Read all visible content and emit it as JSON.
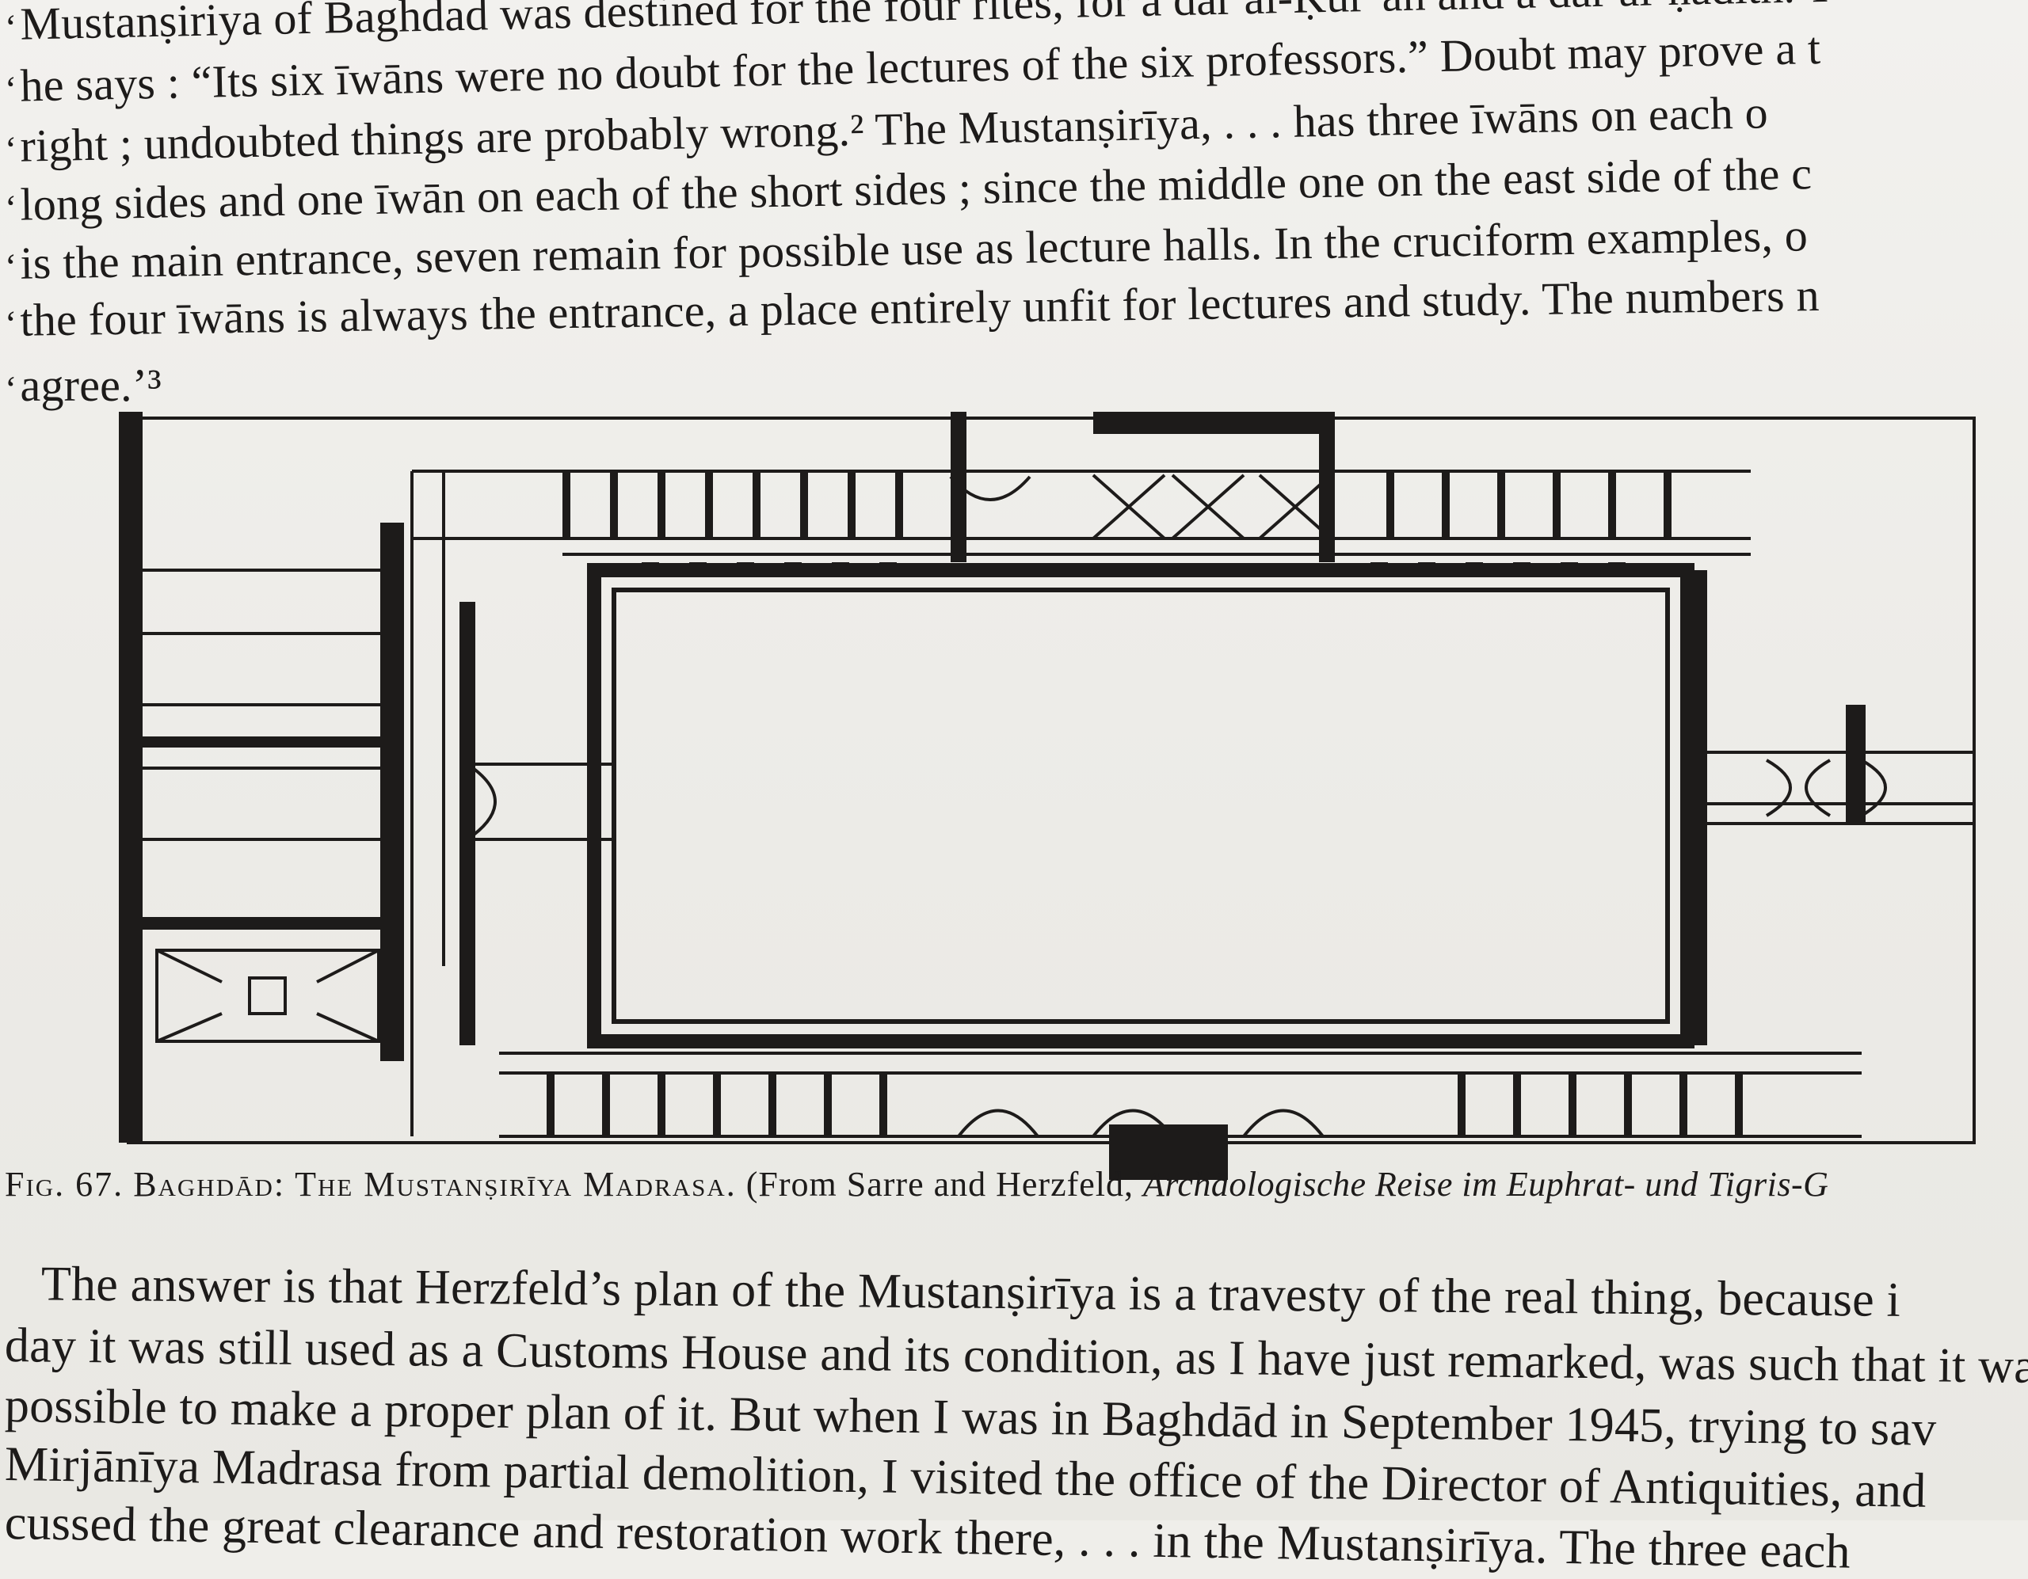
{
  "top_text": [
    {
      "mark": "‘",
      "text": "Mustanṣiriya of Baghdad was destined for the four rites, for a dār al-Ḳur’an and a dār al-ḥadīth. T"
    },
    {
      "mark": "‘",
      "text": "he says : “Its six īwāns were no doubt for the lectures of the six professors.” Doubt may prove a t"
    },
    {
      "mark": "‘",
      "text": "right ; undoubted things are probably wrong.² The Mustanṣirīya, . . . has three īwāns on each o"
    },
    {
      "mark": "‘",
      "text": "long sides and one īwān on each of the short sides ; since the middle one on the east side of the c"
    },
    {
      "mark": "‘",
      "text": "is the main entrance, seven remain for possible use as lecture halls. In the cruciform examples, o"
    },
    {
      "mark": "‘",
      "text": "the four īwāns is always the entrance, a place entirely unfit for lectures and study. The numbers n"
    },
    {
      "mark": "‘",
      "text": "agree.’³"
    }
  ],
  "figure": {
    "label": "Fig. 67.",
    "place": "Baghdād",
    "title": "The Mustanṣirīya Madrasa.",
    "source_prefix": "(From Sarre and Herzfeld,",
    "source_italic": "Archäologische Reise im Euphrat- und Tigris-G"
  },
  "bottom_text": [
    "   The answer is that Herzfeld’s plan of the Mustanṣirīya is a travesty of the real thing, because i",
    "day it was still used as a Customs House and its condition, as I have just remarked, was such that it wa",
    "possible to make a proper plan of it. But when I was in Baghdād in September 1945, trying to sav",
    "Mirjānīya Madrasa from partial demolition, I visited the office of the Director of Antiquities, and",
    "cussed the great clearance and restoration work there, . . . in the Mustanṣirīya. The three each"
  ],
  "colors": {
    "ink": "#1d1b1a",
    "paper": "#efeeea"
  }
}
